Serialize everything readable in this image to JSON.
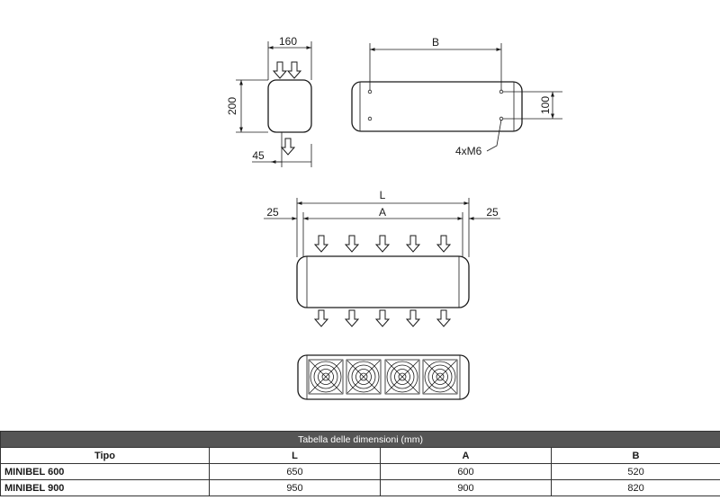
{
  "dimensions": {
    "side_width": "160",
    "side_height": "200",
    "outlet_offset": "45",
    "hole_spacing_B": "B",
    "hole_spacing_vertical": "100",
    "screw_note": "4xM6",
    "total_length": "L",
    "inner_length": "A",
    "margin_left": "25",
    "margin_right": "25"
  },
  "table": {
    "title": "Tabella delle dimensioni (mm)",
    "headers": [
      "Tipo",
      "L",
      "A",
      "B"
    ],
    "rows": [
      {
        "tipo": "MINIBEL 600",
        "L": "650",
        "A": "600",
        "B": "520"
      },
      {
        "tipo": "MINIBEL 900",
        "L": "950",
        "A": "900",
        "B": "820"
      }
    ]
  }
}
